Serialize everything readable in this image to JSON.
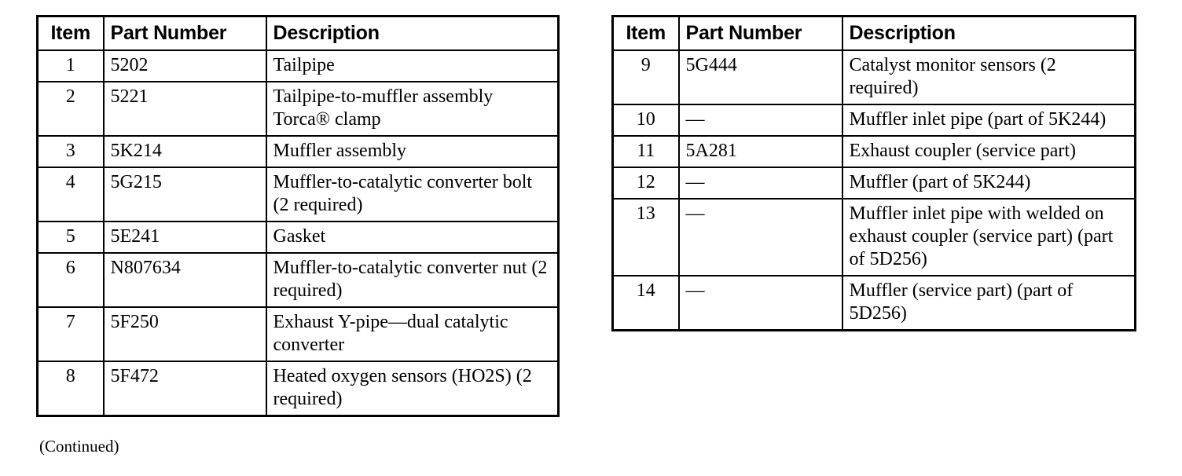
{
  "document": {
    "kind": "parts-list-table",
    "continued_note": "(Continued)",
    "text_color": "#000000",
    "background_color": "#ffffff",
    "border_color": "#000000"
  },
  "tables": [
    {
      "id": "left",
      "columns": [
        "Item",
        "Part Number",
        "Description"
      ],
      "rows": [
        {
          "item": "1",
          "part": "5202",
          "description": "Tailpipe"
        },
        {
          "item": "2",
          "part": "5221",
          "description": "Tailpipe-to-muffler assembly Torca® clamp"
        },
        {
          "item": "3",
          "part": "5K214",
          "description": "Muffler assembly"
        },
        {
          "item": "4",
          "part": "5G215",
          "description": "Muffler-to-catalytic converter bolt (2 required)"
        },
        {
          "item": "5",
          "part": "5E241",
          "description": "Gasket"
        },
        {
          "item": "6",
          "part": "N807634",
          "description": "Muffler-to-catalytic converter nut (2 required)"
        },
        {
          "item": "7",
          "part": "5F250",
          "description": "Exhaust Y-pipe—dual catalytic converter"
        },
        {
          "item": "8",
          "part": "5F472",
          "description": "Heated oxygen sensors (HO2S) (2 required)"
        }
      ]
    },
    {
      "id": "right",
      "columns": [
        "Item",
        "Part Number",
        "Description"
      ],
      "rows": [
        {
          "item": "9",
          "part": "5G444",
          "description": "Catalyst monitor sensors (2 required)"
        },
        {
          "item": "10",
          "part": "—",
          "description": "Muffler inlet pipe (part of 5K244)"
        },
        {
          "item": "11",
          "part": "5A281",
          "description": "Exhaust coupler (service part)"
        },
        {
          "item": "12",
          "part": "—",
          "description": "Muffler (part of 5K244)"
        },
        {
          "item": "13",
          "part": "—",
          "description": "Muffler inlet pipe with welded on exhaust coupler (service part) (part of 5D256)"
        },
        {
          "item": "14",
          "part": "—",
          "description": "Muffler (service part) (part of 5D256)"
        }
      ]
    }
  ]
}
